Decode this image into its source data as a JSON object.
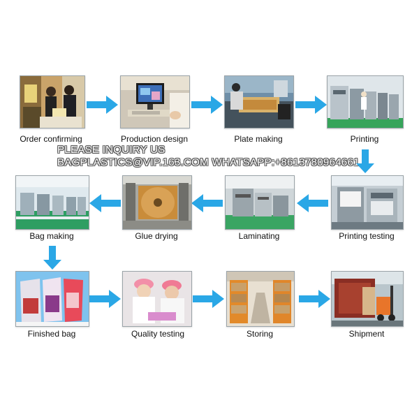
{
  "steps": [
    {
      "label": "Order confirming",
      "icon": "order-confirming-photo"
    },
    {
      "label": "Production design",
      "icon": "production-design-photo"
    },
    {
      "label": "Plate making",
      "icon": "plate-making-photo"
    },
    {
      "label": "Printing",
      "icon": "printing-photo"
    },
    {
      "label": "Printing testing",
      "icon": "printing-testing-photo"
    },
    {
      "label": "Laminating",
      "icon": "laminating-photo"
    },
    {
      "label": "Glue drying",
      "icon": "glue-drying-photo"
    },
    {
      "label": "Bag making",
      "icon": "bag-making-photo"
    },
    {
      "label": "Finished bag",
      "icon": "finished-bag-photo"
    },
    {
      "label": "Quality testing",
      "icon": "quality-testing-photo"
    },
    {
      "label": "Storing",
      "icon": "storing-photo"
    },
    {
      "label": "Shipment",
      "icon": "shipment-photo"
    }
  ],
  "watermark": {
    "line1": "PLEASE INQUIRY US",
    "line2": "BAGPLASTICS@VIP.163.COM WHATSAPP:+8613780964661"
  },
  "colors": {
    "arrow": "#2aa7e6"
  }
}
